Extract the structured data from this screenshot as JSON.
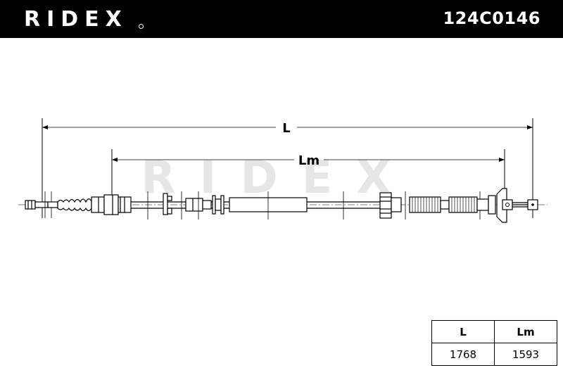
{
  "header": {
    "brand": "RIDEX",
    "part_number": "124C0146",
    "background": "#000000",
    "text_color": "#ffffff"
  },
  "drawing": {
    "dimension_L": "L",
    "dimension_Lm": "Lm",
    "watermark": "RIDEX",
    "watermark_color": "#e6e6e6"
  },
  "table": {
    "headers": [
      "L",
      "Lm"
    ],
    "values": [
      "1768",
      "1593"
    ]
  }
}
